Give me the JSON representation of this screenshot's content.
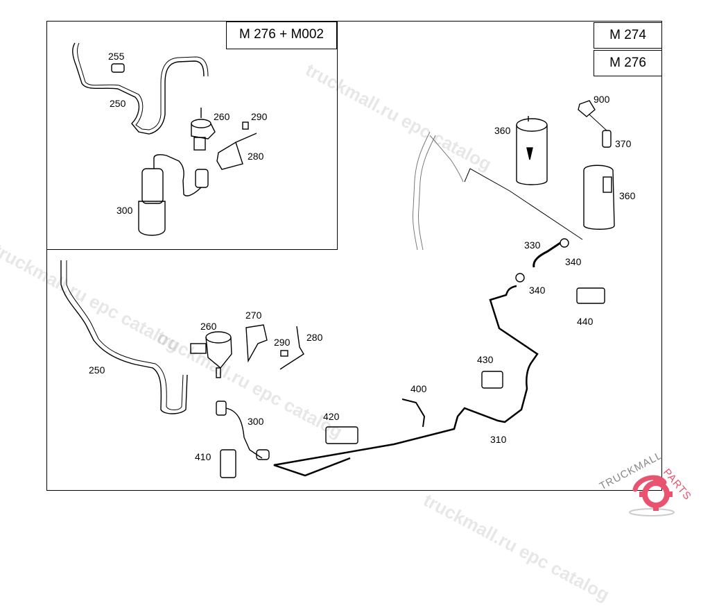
{
  "diagram": {
    "title_tags": {
      "inset": "M 276 + M002",
      "main_top": "M 274",
      "main_bottom": "M 276"
    },
    "inset_labels": [
      {
        "id": "250",
        "text": "250"
      },
      {
        "id": "255",
        "text": "255"
      },
      {
        "id": "260",
        "text": "260"
      },
      {
        "id": "290",
        "text": "290"
      },
      {
        "id": "280",
        "text": "280"
      },
      {
        "id": "300",
        "text": "300"
      }
    ],
    "upper_right_labels": [
      {
        "id": "900",
        "text": "900"
      },
      {
        "id": "360a",
        "text": "360"
      },
      {
        "id": "370",
        "text": "370"
      },
      {
        "id": "360b",
        "text": "360"
      },
      {
        "id": "330",
        "text": "330"
      },
      {
        "id": "340a",
        "text": "340"
      },
      {
        "id": "340b",
        "text": "340"
      },
      {
        "id": "440",
        "text": "440"
      }
    ],
    "lower_labels": [
      {
        "id": "250",
        "text": "250"
      },
      {
        "id": "260",
        "text": "260"
      },
      {
        "id": "270",
        "text": "270"
      },
      {
        "id": "290",
        "text": "290"
      },
      {
        "id": "280",
        "text": "280"
      },
      {
        "id": "300",
        "text": "300"
      },
      {
        "id": "410",
        "text": "410"
      },
      {
        "id": "420",
        "text": "420"
      },
      {
        "id": "400",
        "text": "400"
      },
      {
        "id": "430",
        "text": "430"
      },
      {
        "id": "310",
        "text": "310"
      }
    ]
  },
  "watermarks": [
    "truckmall.ru epc catalog",
    "truckmall.ru epc catalog",
    "truckmall.ru epc catalog",
    "truckmall.ru epc catalog"
  ],
  "logo": {
    "text_a": "TRUCKMALL",
    "text_b": "PARTS",
    "accent_color": "#e8536f",
    "text_color": "#888888"
  }
}
